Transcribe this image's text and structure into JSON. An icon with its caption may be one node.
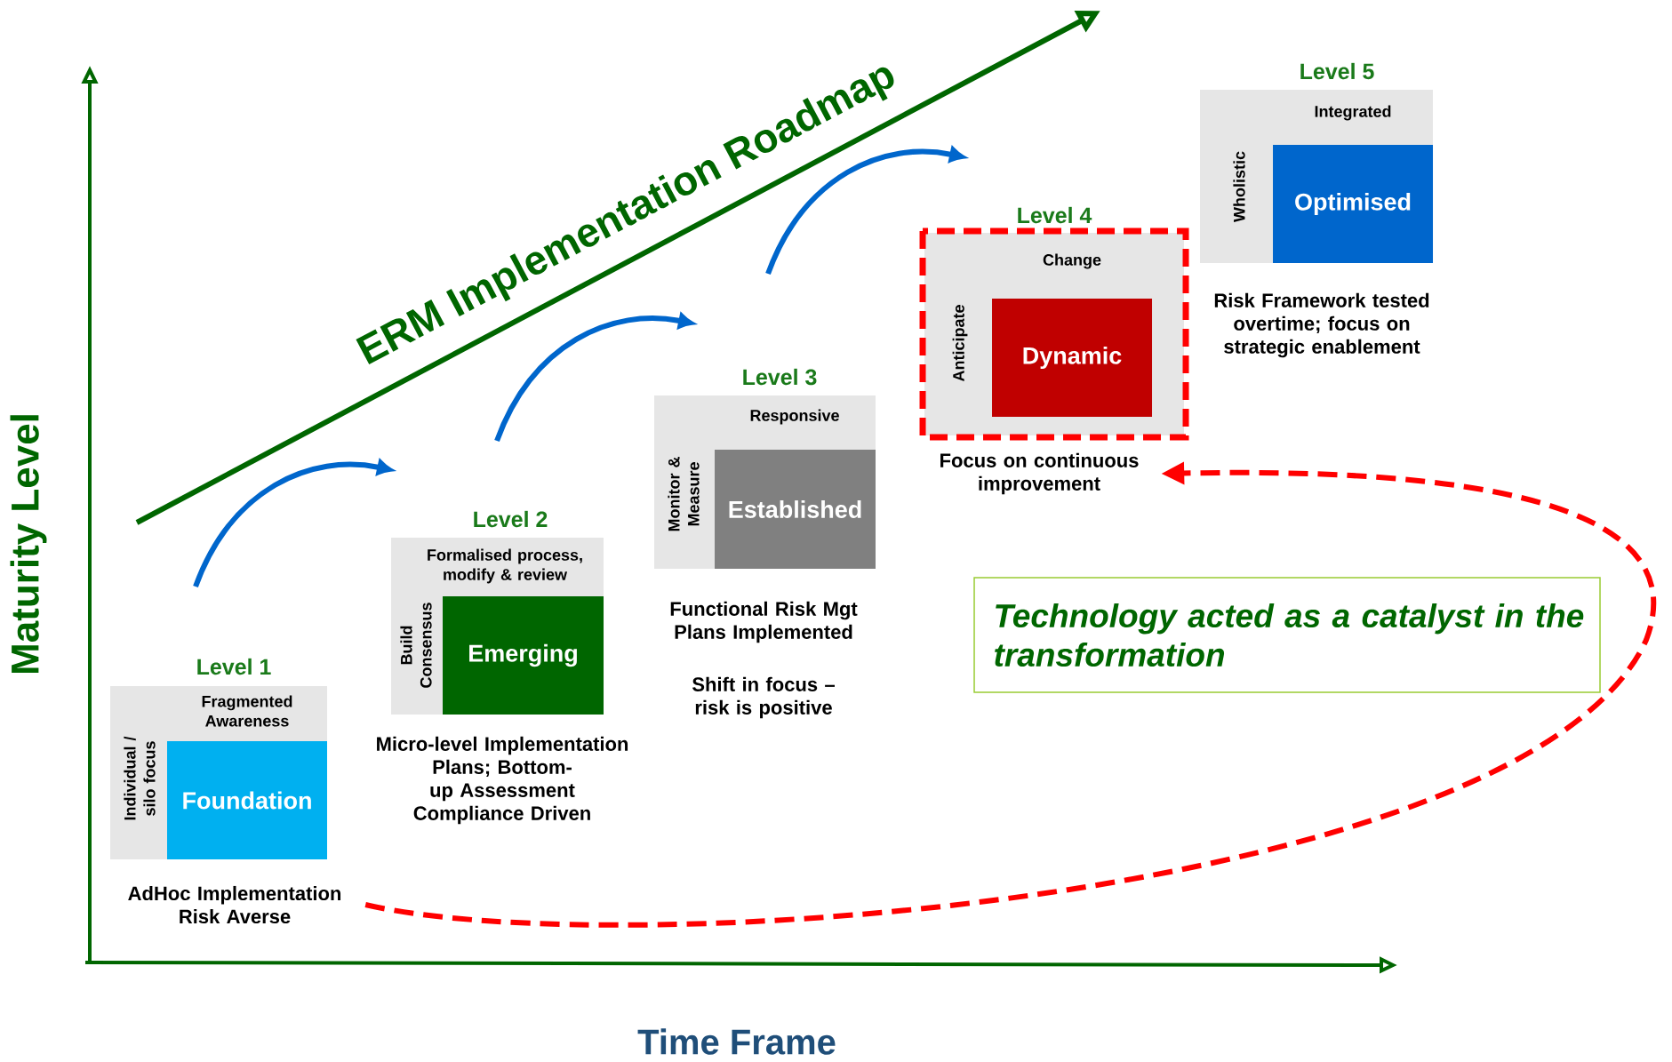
{
  "diagram": {
    "nodes": [
      {
        "text": [
          "Level 1",
          "Fragmented Awareness",
          "Individual / silo focus"
        ],
        "beside": [
          "AdHoc Implementation Risk Averse"
        ]
      },
      {
        "text": [
          "Foundation"
        ],
        "in": 0
      },
      {
        "text": [
          "Level 2",
          "Formalised process, modify & review",
          "Build Consensus"
        ],
        "beside": [
          "Micro-level Implementation Plans; Bottom-up Assessment Compliance Driven"
        ]
      },
      {
        "text": [
          "Emerging"
        ],
        "in": 2
      },
      {
        "text": [
          "Level 3",
          "Responsive",
          "Monitor & Measure"
        ],
        "beside": [
          "Functional Risk Mgt Plans Implemented",
          "Shift in focus – risk is positive"
        ]
      },
      {
        "text": [
          "Established"
        ],
        "in": 4
      },
      {
        "text": [
          "Level 4",
          "Change",
          "Anticipate"
        ],
        "beside": [
          "Focus on continuous improvement"
        ]
      },
      {
        "text": [
          "Dynamic"
        ],
        "in": 6
      },
      {
        "text": [
          "Level 5",
          "Integrated",
          "Wholistic"
        ],
        "beside": [
          "Risk Framework tested overtime; focus on strategic enablement"
        ]
      },
      {
        "text": [
          "Optimised"
        ],
        "in": 8
      },
      {
        "text": [
          "Technology acted as a catalyst in the transformation"
        ]
      }
    ],
    "edges": [
      {
        "from": 0,
        "to": 6,
        "arrow": "to",
        "style": "dashed",
        "color": "#ff0000"
      }
    ],
    "labels": [
      "ERM Implementation Roadmap",
      "Maturity Level",
      "Time Frame"
    ]
  }
}
